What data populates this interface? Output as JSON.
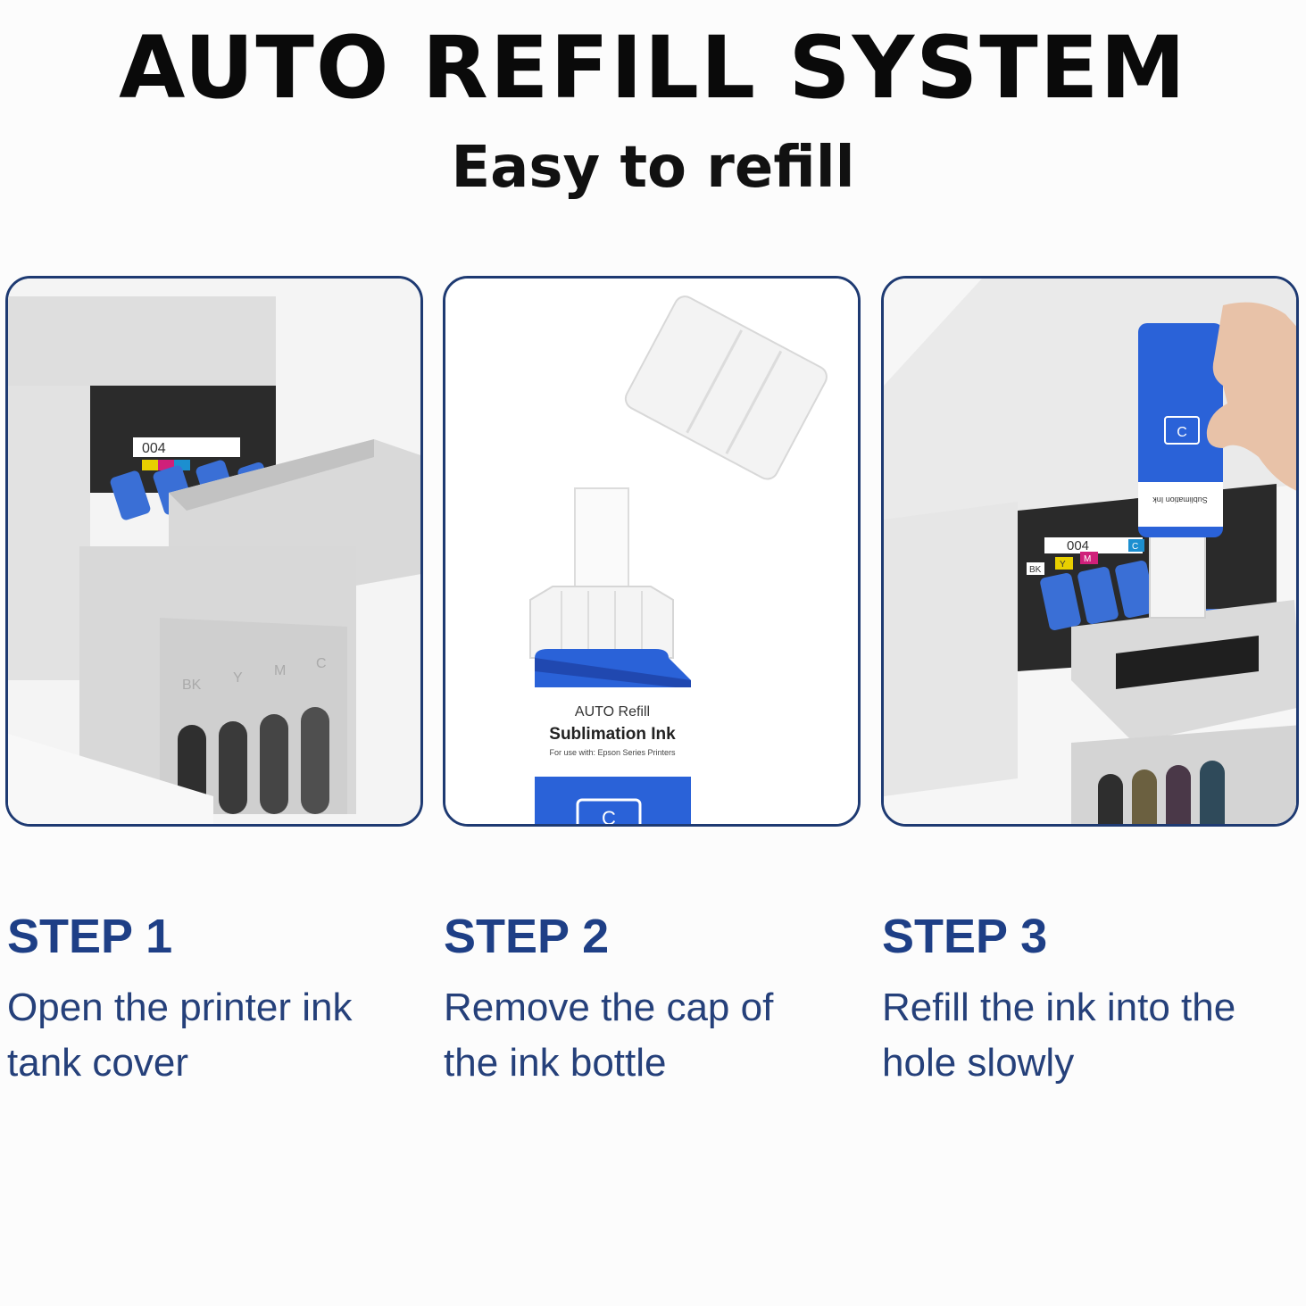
{
  "header": {
    "title": "AUTO REFILL SYSTEM",
    "subtitle": "Easy to refill"
  },
  "steps": [
    {
      "title": "STEP 1",
      "line1": "Open the printer ink",
      "line2": "tank cover",
      "labels": {
        "model": "004",
        "bk": "BK",
        "y": "Y",
        "m": "M",
        "c": "C"
      }
    },
    {
      "title": "STEP 2",
      "line1": "Remove the cap of",
      "line2": "the ink bottle",
      "bottle": {
        "brand": "AUTO Refill",
        "product": "Sublimation Ink",
        "compat": "For use with: Epson Series Printers",
        "color_letter": "C"
      }
    },
    {
      "title": "STEP 3",
      "line1": "Refill the ink into the",
      "line2": "hole slowly",
      "labels": {
        "model": "004",
        "bk": "BK",
        "y": "Y",
        "m": "M",
        "c": "C",
        "bottle_letter": "C"
      }
    }
  ],
  "colors": {
    "accent_blue": "#1e3f86",
    "panel_border": "#1e3a72",
    "ink_blue": "#2a62d8"
  }
}
